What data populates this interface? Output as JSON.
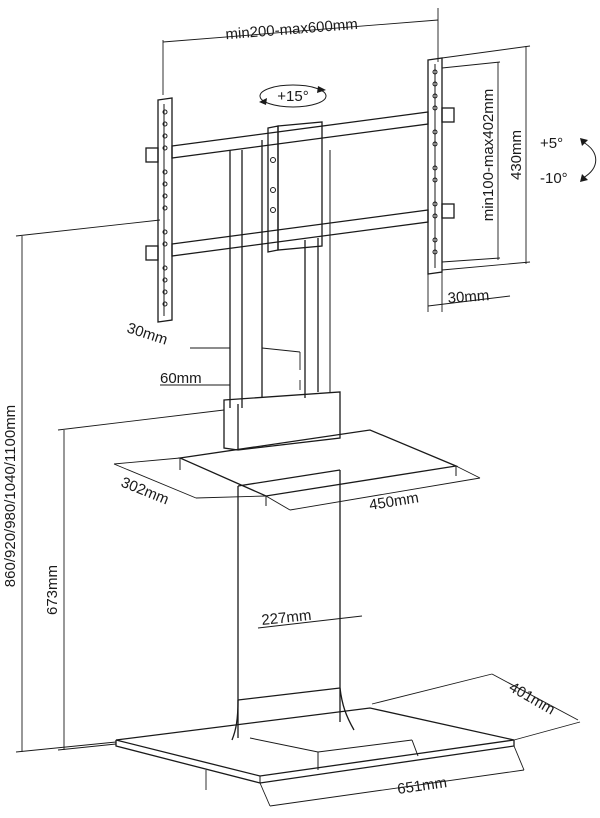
{
  "labels": {
    "width_range": "min200-max600mm",
    "rotation": "+15°",
    "tilt_up": "+5°",
    "tilt_down": "-10°",
    "vesa_height_range": "min100-max402mm",
    "bracket_height": "430mm",
    "bracket_depth": "30mm",
    "arm_offset_30": "30mm",
    "arm_offset_60": "60mm",
    "shelf_depth": "302mm",
    "shelf_width": "450mm",
    "total_height": "860/920/980/1040/1100mm",
    "shelf_height": "673mm",
    "column_width": "227mm",
    "base_depth": "401mm",
    "base_width": "651mm"
  }
}
